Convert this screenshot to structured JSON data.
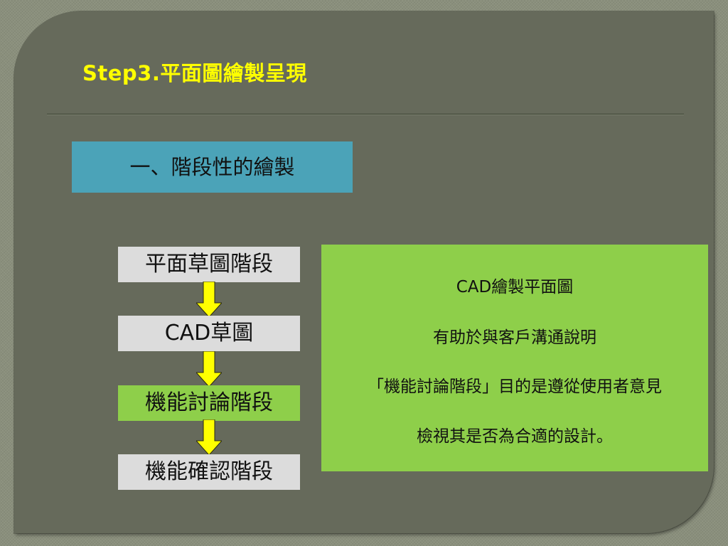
{
  "slide": {
    "title": "Step3.平面圖繪製呈現",
    "section_heading": "一、階段性的繪製",
    "stages": [
      {
        "label": "平面草圖階段",
        "highlighted": false
      },
      {
        "label": "CAD草圖",
        "highlighted": false
      },
      {
        "label": "機能討論階段",
        "highlighted": true
      },
      {
        "label": "機能確認階段",
        "highlighted": false
      }
    ],
    "note": {
      "lines": [
        "CAD繪製平面圖",
        "有助於與客戶溝通說明",
        "「機能討論階段」目的是遵從使用者意見",
        "檢視其是否為合適的設計。"
      ]
    }
  },
  "colors": {
    "title": "#ffff00",
    "heading_box": "#4ba3b8",
    "stage_box": "#dcdcdc",
    "stage_highlight": "#8ecf4a",
    "note_box": "#8ecf4a",
    "arrow": "#ffff00"
  },
  "icons": {
    "flow_arrow": "down-arrow-icon"
  }
}
